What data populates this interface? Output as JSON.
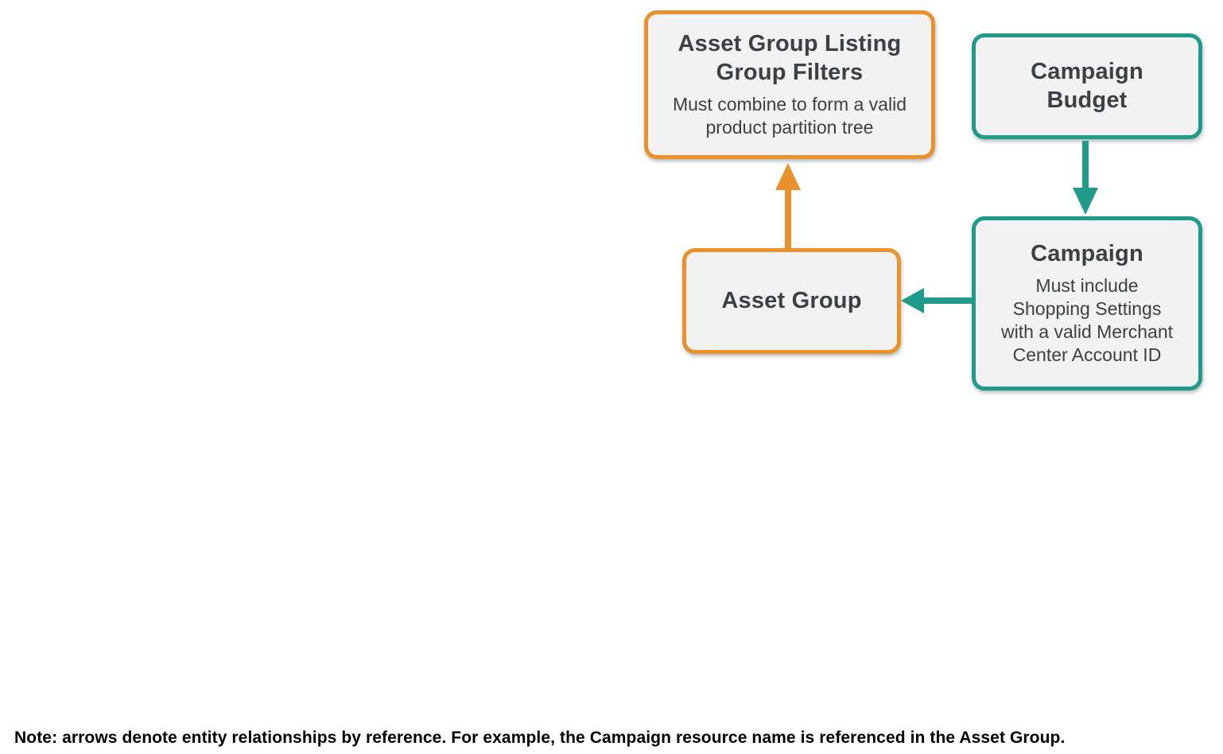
{
  "colors": {
    "accent_orange": "#E8912D",
    "accent_teal": "#1E9B89",
    "box_fill": "#F2F2F2",
    "title_text": "#3C4043",
    "subtitle_text": "#3C4043",
    "note_text": "#000000",
    "background": "#FFFFFF"
  },
  "nodes": {
    "filters": {
      "title_lines": [
        "Asset Group Listing",
        "Group Filters"
      ],
      "subtitle_lines": [
        "Must combine to form a valid",
        "product partition tree"
      ],
      "accent": "orange"
    },
    "campaign_budget": {
      "title_lines": [
        "Campaign",
        "Budget"
      ],
      "accent": "teal"
    },
    "asset_group": {
      "title_lines": [
        "Asset Group"
      ],
      "accent": "orange"
    },
    "campaign": {
      "title_lines": [
        "Campaign"
      ],
      "subtitle_lines": [
        "Must include",
        "Shopping Settings",
        "with a valid Merchant",
        "Center Account ID"
      ],
      "accent": "teal"
    }
  },
  "edges": [
    {
      "from": "Asset Group",
      "to": "Asset Group Listing Group Filters",
      "color": "orange",
      "direction": "up"
    },
    {
      "from": "Campaign Budget",
      "to": "Campaign",
      "color": "teal",
      "direction": "down"
    },
    {
      "from": "Campaign",
      "to": "Asset Group",
      "color": "teal",
      "direction": "left"
    }
  ],
  "note": "Note: arrows denote entity relationships by reference. For example, the Campaign resource name is referenced in the Asset Group."
}
